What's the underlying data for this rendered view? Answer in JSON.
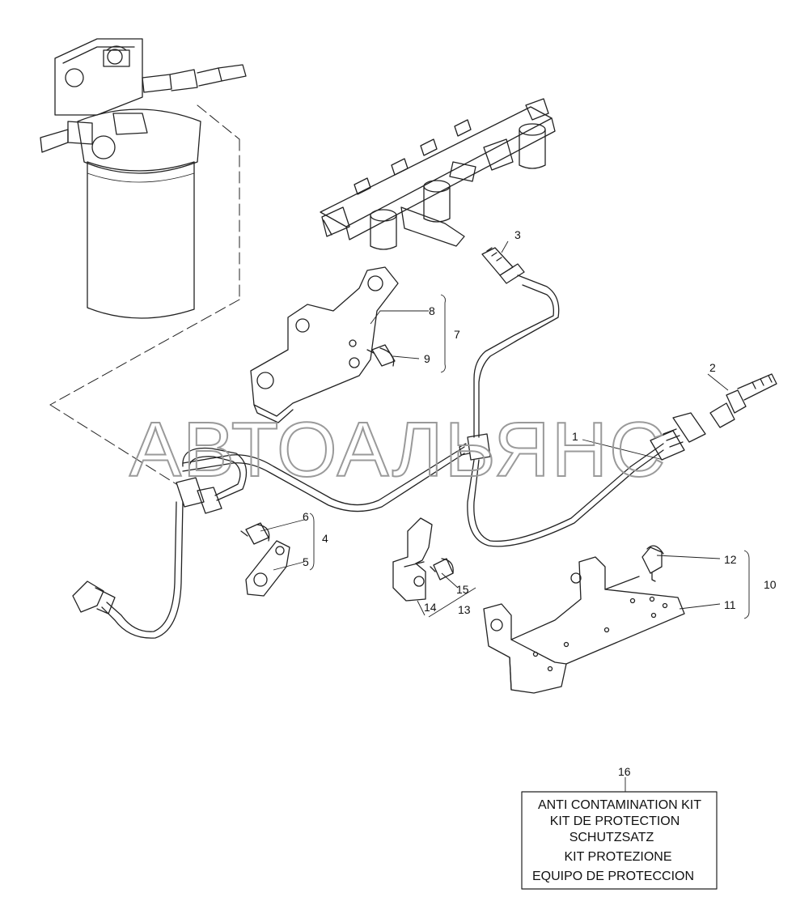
{
  "watermark": "АВТОАЛЬЯНС",
  "callouts": {
    "c1": "1",
    "c2": "2",
    "c3": "3",
    "c4": "4",
    "c5": "5",
    "c6": "6",
    "c7": "7",
    "c8": "8",
    "c9": "9",
    "c10": "10",
    "c11": "11",
    "c12": "12",
    "c13": "13",
    "c14": "14",
    "c15": "15",
    "c16": "16"
  },
  "kit_box": {
    "lines": [
      "ANTI CONTAMINATION KIT",
      "KIT DE PROTECTION",
      "SCHUTZSATZ",
      "KIT PROTEZIONE",
      "EQUIPO DE PROTECCION"
    ]
  }
}
